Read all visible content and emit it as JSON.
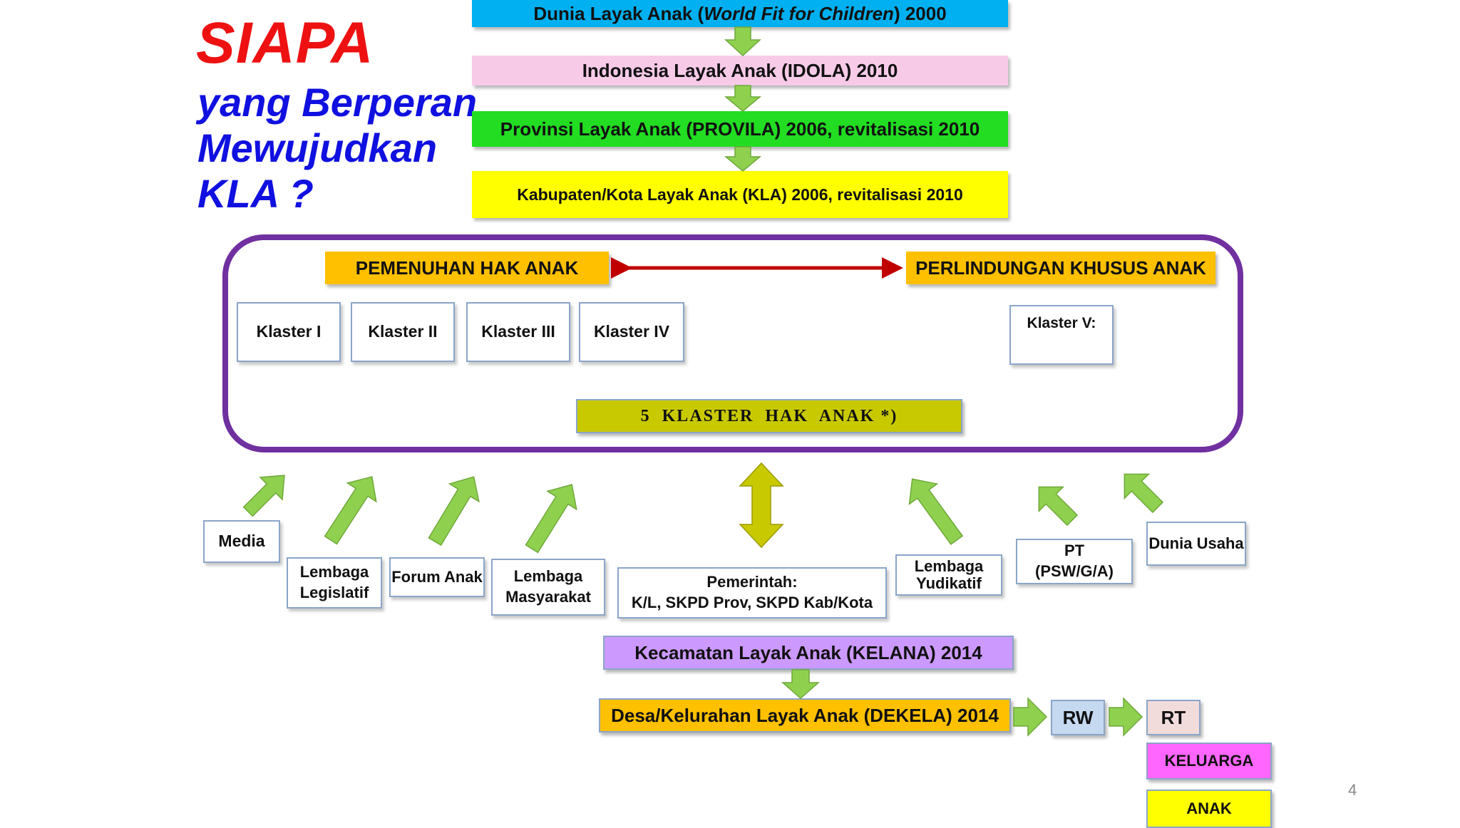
{
  "title": {
    "line1": "SIAPA",
    "line2": "yang Berperan",
    "line3": "Mewujudkan",
    "line4": "KLA ?"
  },
  "top_chain": [
    {
      "pre": "Dunia Layak Anak (",
      "em": "World Fit for Children",
      "post": ") 2000",
      "color": "#00b0f0"
    },
    {
      "text": "Indonesia Layak Anak (IDOLA) 2010",
      "color": "#f7cbe8"
    },
    {
      "text": "Provinsi Layak Anak (PROVILA) 2006, revitalisasi 2010",
      "color": "#22dd22"
    },
    {
      "text": "Kabupaten/Kota Layak Anak (KLA) 2006, revitalisasi 2010",
      "color": "#ffff00"
    }
  ],
  "frame": {
    "left_header": "PEMENUHAN HAK ANAK",
    "right_header": "PERLINDUNGAN KHUSUS ANAK",
    "clusters": [
      "Klaster I",
      "Klaster II",
      "Klaster III",
      "Klaster IV"
    ],
    "cluster_v": "Klaster V:",
    "bottom_label": "5  KLASTER  HAK  ANAK *)"
  },
  "actors": {
    "media": "Media",
    "legislatif": "Lembaga Legislatif",
    "forum": "Forum Anak",
    "masyarakat": "Lembaga Masyarakat",
    "pemerintah_1": "Pemerintah:",
    "pemerintah_2": "K/L, SKPD Prov, SKPD Kab/Kota",
    "yudikatif": "Lembaga Yudikatif",
    "pt_1": "PT",
    "pt_2": "(PSW/G/A)",
    "dunia_usaha": "Dunia Usaha"
  },
  "bottom_chain": {
    "kelana": "Kecamatan Layak Anak (KELANA) 2014",
    "dekela": "Desa/Kelurahan Layak Anak (DEKELA) 2014",
    "rw": "RW",
    "rt": "RT",
    "keluarga": "KELUARGA",
    "anak": "ANAK"
  },
  "colors": {
    "frame": "#7030a0",
    "header": "#ffc000",
    "arrow_green": "#8fd14f",
    "arrow_olive": "#c9c900",
    "red_arrow": "#c00000",
    "kelana": "#cc99ff",
    "keluarga": "#ff66ff",
    "anak": "#ffff00"
  },
  "page_number": "4"
}
